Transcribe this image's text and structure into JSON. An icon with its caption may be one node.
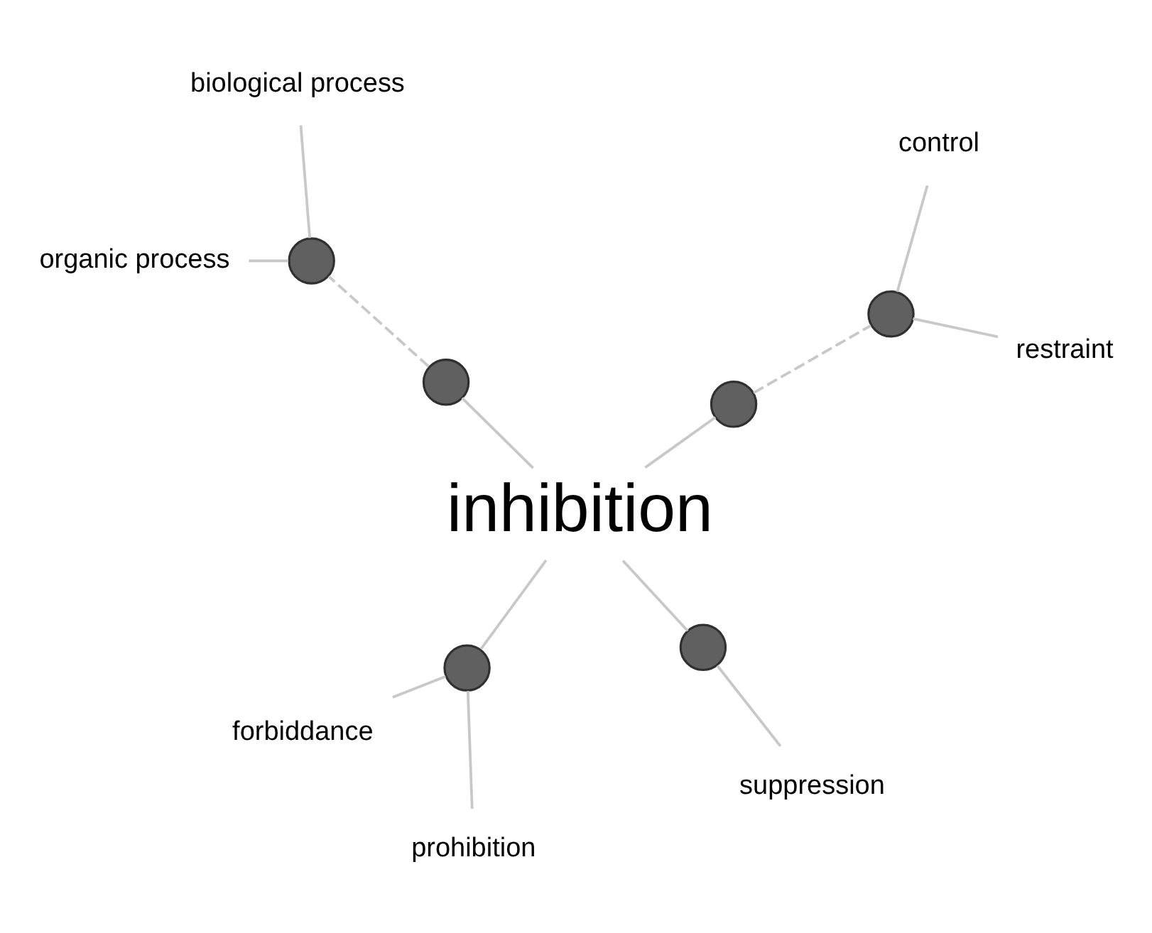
{
  "diagram": {
    "nodes": [
      {
        "text": [
          "inhibition"
        ]
      },
      {
        "text": [],
        "shape": "circle"
      },
      {
        "text": [],
        "shape": "circle"
      },
      {
        "text": [
          "organic process"
        ]
      },
      {
        "text": [
          "biological process"
        ]
      },
      {
        "text": [],
        "shape": "circle"
      },
      {
        "text": [
          "forbiddance"
        ]
      },
      {
        "text": [
          "prohibition"
        ]
      },
      {
        "text": [],
        "shape": "circle"
      },
      {
        "text": [
          "suppression"
        ]
      },
      {
        "text": [],
        "shape": "circle"
      },
      {
        "text": [],
        "shape": "circle"
      },
      {
        "text": [
          "restraint"
        ]
      },
      {
        "text": [
          "control"
        ]
      }
    ],
    "edges": [
      {
        "from": 0,
        "to": 1,
        "arrow": "none"
      },
      {
        "from": 1,
        "to": 2,
        "arrow": "none",
        "style": "dashed"
      },
      {
        "from": 2,
        "to": 3,
        "arrow": "none"
      },
      {
        "from": 2,
        "to": 4,
        "arrow": "none"
      },
      {
        "from": 0,
        "to": 5,
        "arrow": "none"
      },
      {
        "from": 5,
        "to": 6,
        "arrow": "none"
      },
      {
        "from": 5,
        "to": 7,
        "arrow": "none"
      },
      {
        "from": 0,
        "to": 8,
        "arrow": "none"
      },
      {
        "from": 8,
        "to": 9,
        "arrow": "none"
      },
      {
        "from": 0,
        "to": 10,
        "arrow": "none"
      },
      {
        "from": 10,
        "to": 11,
        "arrow": "none",
        "style": "dashed"
      },
      {
        "from": 11,
        "to": 12,
        "arrow": "none"
      },
      {
        "from": 11,
        "to": 13,
        "arrow": "none"
      }
    ]
  }
}
